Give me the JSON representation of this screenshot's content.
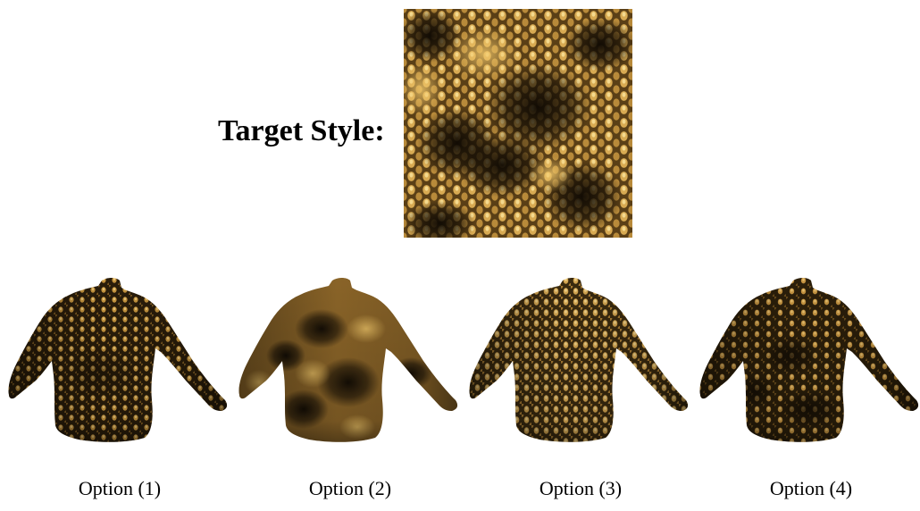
{
  "target": {
    "label": "Target Style:"
  },
  "options": [
    {
      "label": "Option (1)"
    },
    {
      "label": "Option (2)"
    },
    {
      "label": "Option (3)"
    },
    {
      "label": "Option (4)"
    }
  ],
  "colors": {
    "texture_dark": "#1c1306",
    "texture_mid": "#6b4c1d",
    "texture_light": "#e0b45a",
    "background": "#ffffff"
  }
}
